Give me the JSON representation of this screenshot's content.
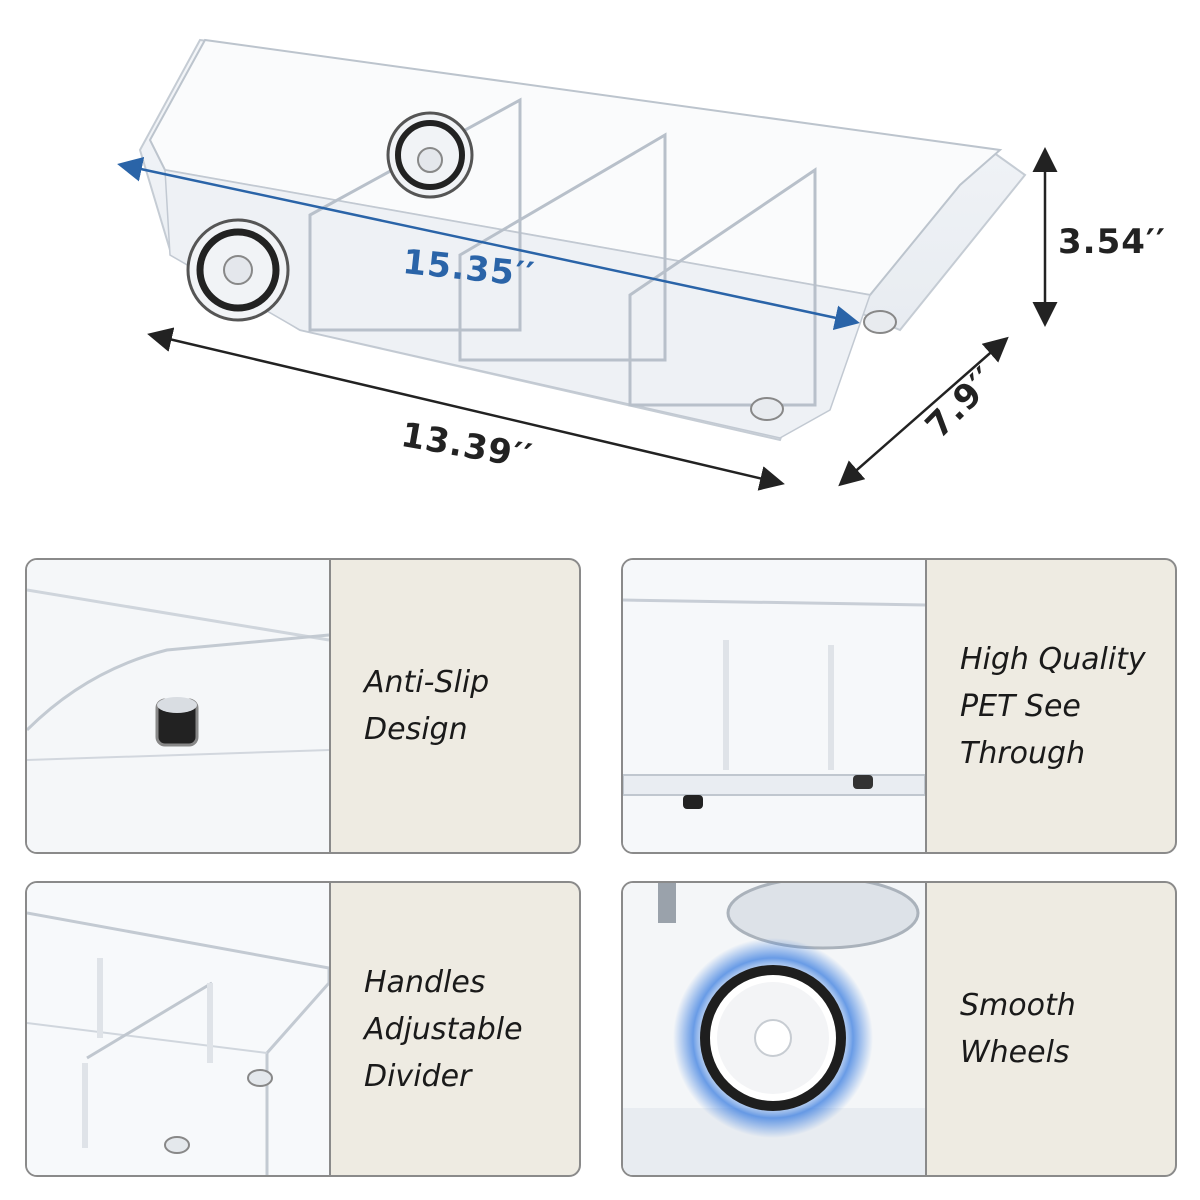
{
  "dimensions": {
    "length": "13.39′′",
    "diagonal": "15.35′′",
    "height": "3.54′′",
    "depth": "7.9′′"
  },
  "features": [
    {
      "lines": [
        "Anti-Slip",
        "Design"
      ],
      "icon": "anti-slip-foot-photo"
    },
    {
      "lines": [
        "High Quality",
        "PET See",
        "Through"
      ],
      "icon": "clear-bin-photo"
    },
    {
      "lines": [
        "Handles",
        "Adjustable",
        "Divider"
      ],
      "icon": "divider-photo"
    },
    {
      "lines": [
        "Smooth",
        "Wheels"
      ],
      "icon": "wheel-photo"
    }
  ],
  "colors": {
    "accent": "#2a64a8",
    "panel": "#eeebe2",
    "border": "#8a8a8a",
    "wheel-glow": "#3a7de0"
  }
}
